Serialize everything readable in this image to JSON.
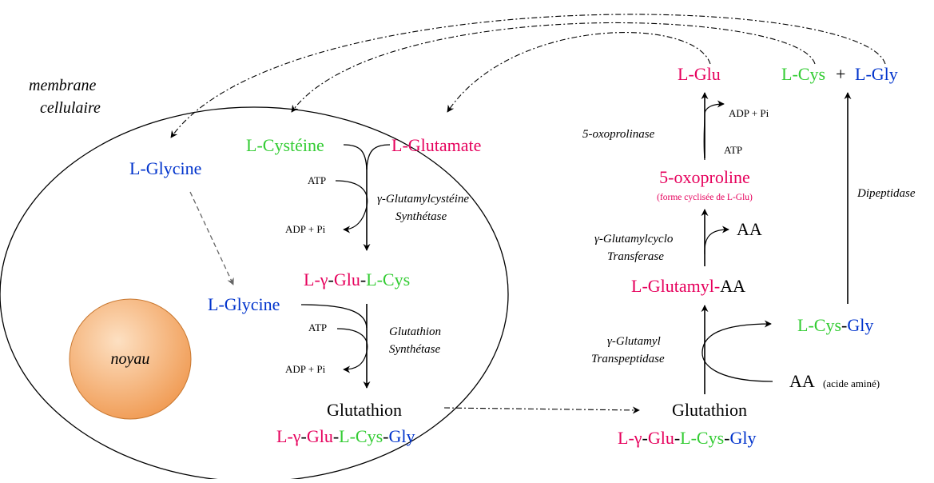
{
  "colors": {
    "black": "#000000",
    "glu": "#e6005c",
    "cys": "#33cc33",
    "gly": "#0033cc",
    "gray": "#666666",
    "nucleus_light": "#fde0c2",
    "nucleus_dark": "#f09a52"
  },
  "labels": {
    "membrane_line1": "membrane",
    "membrane_line2": "cellulaire",
    "noyau": "noyau",
    "l_glycine": "L-Glycine",
    "l_glycine_2": "L-Glycine",
    "l_cysteine": "L-Cystéine",
    "l_glutamate": "L-Glutamate",
    "atp_1": "ATP",
    "adp_pi_1": "ADP + Pi",
    "enzyme_gcs_line1": "γ-Glutamylcystéine",
    "enzyme_gcs_line2": "Synthétase",
    "dipep_l": "L-",
    "dipep_gamma": "γ",
    "dipep_dash1": "-",
    "dipep_glu": "Glu",
    "dipep_dash2": "-",
    "dipep_cys": "L-Cys",
    "atp_2": "ATP",
    "adp_pi_2": "ADP + Pi",
    "enzyme_gs_line1": "Glutathion",
    "enzyme_gs_line2": "Synthétase",
    "glutathion_in": "Glutathion",
    "gsh_in": {
      "l": "L-",
      "gamma": "γ",
      "d1": "-",
      "glu": "Glu",
      "d2": "-",
      "cys": "L-Cys",
      "d3": "-",
      "gly": "Gly"
    },
    "glutathion_out": "Glutathion",
    "gsh_out": {
      "l": "L-",
      "gamma": "γ",
      "d1": "-",
      "glu": "Glu",
      "d2": "-",
      "cys": "L-Cys",
      "d3": "-",
      "gly": "Gly"
    },
    "aa_amine": "AA",
    "acide_amine": "(acide aminé)",
    "enzyme_ggt_line1": "γ-Glutamyl",
    "enzyme_ggt_line2": "Transpeptidase",
    "glutamyl_aa": "L-Glutamyl-",
    "glutamyl_aa_aa": "AA",
    "lcys_gly_cys": "L-Cys",
    "lcys_gly_dash": "-",
    "lcys_gly_gly": "Gly",
    "enzyme_ggct_line1": "γ-Glutamylcyclo",
    "enzyme_ggct_line2": "Transferase",
    "aa_released": "AA",
    "oxoproline": "5-oxoproline",
    "oxoproline_note": "(forme cyclisée de L-Glu)",
    "atp_3": "ATP",
    "adp_pi_3": "ADP + Pi",
    "enzyme_oxo": "5-oxoprolinase",
    "dipeptidase": "Dipeptidase",
    "l_glu": "L-Glu",
    "l_cys": "L-Cys",
    "plus": "+",
    "l_gly": "L-Gly"
  }
}
